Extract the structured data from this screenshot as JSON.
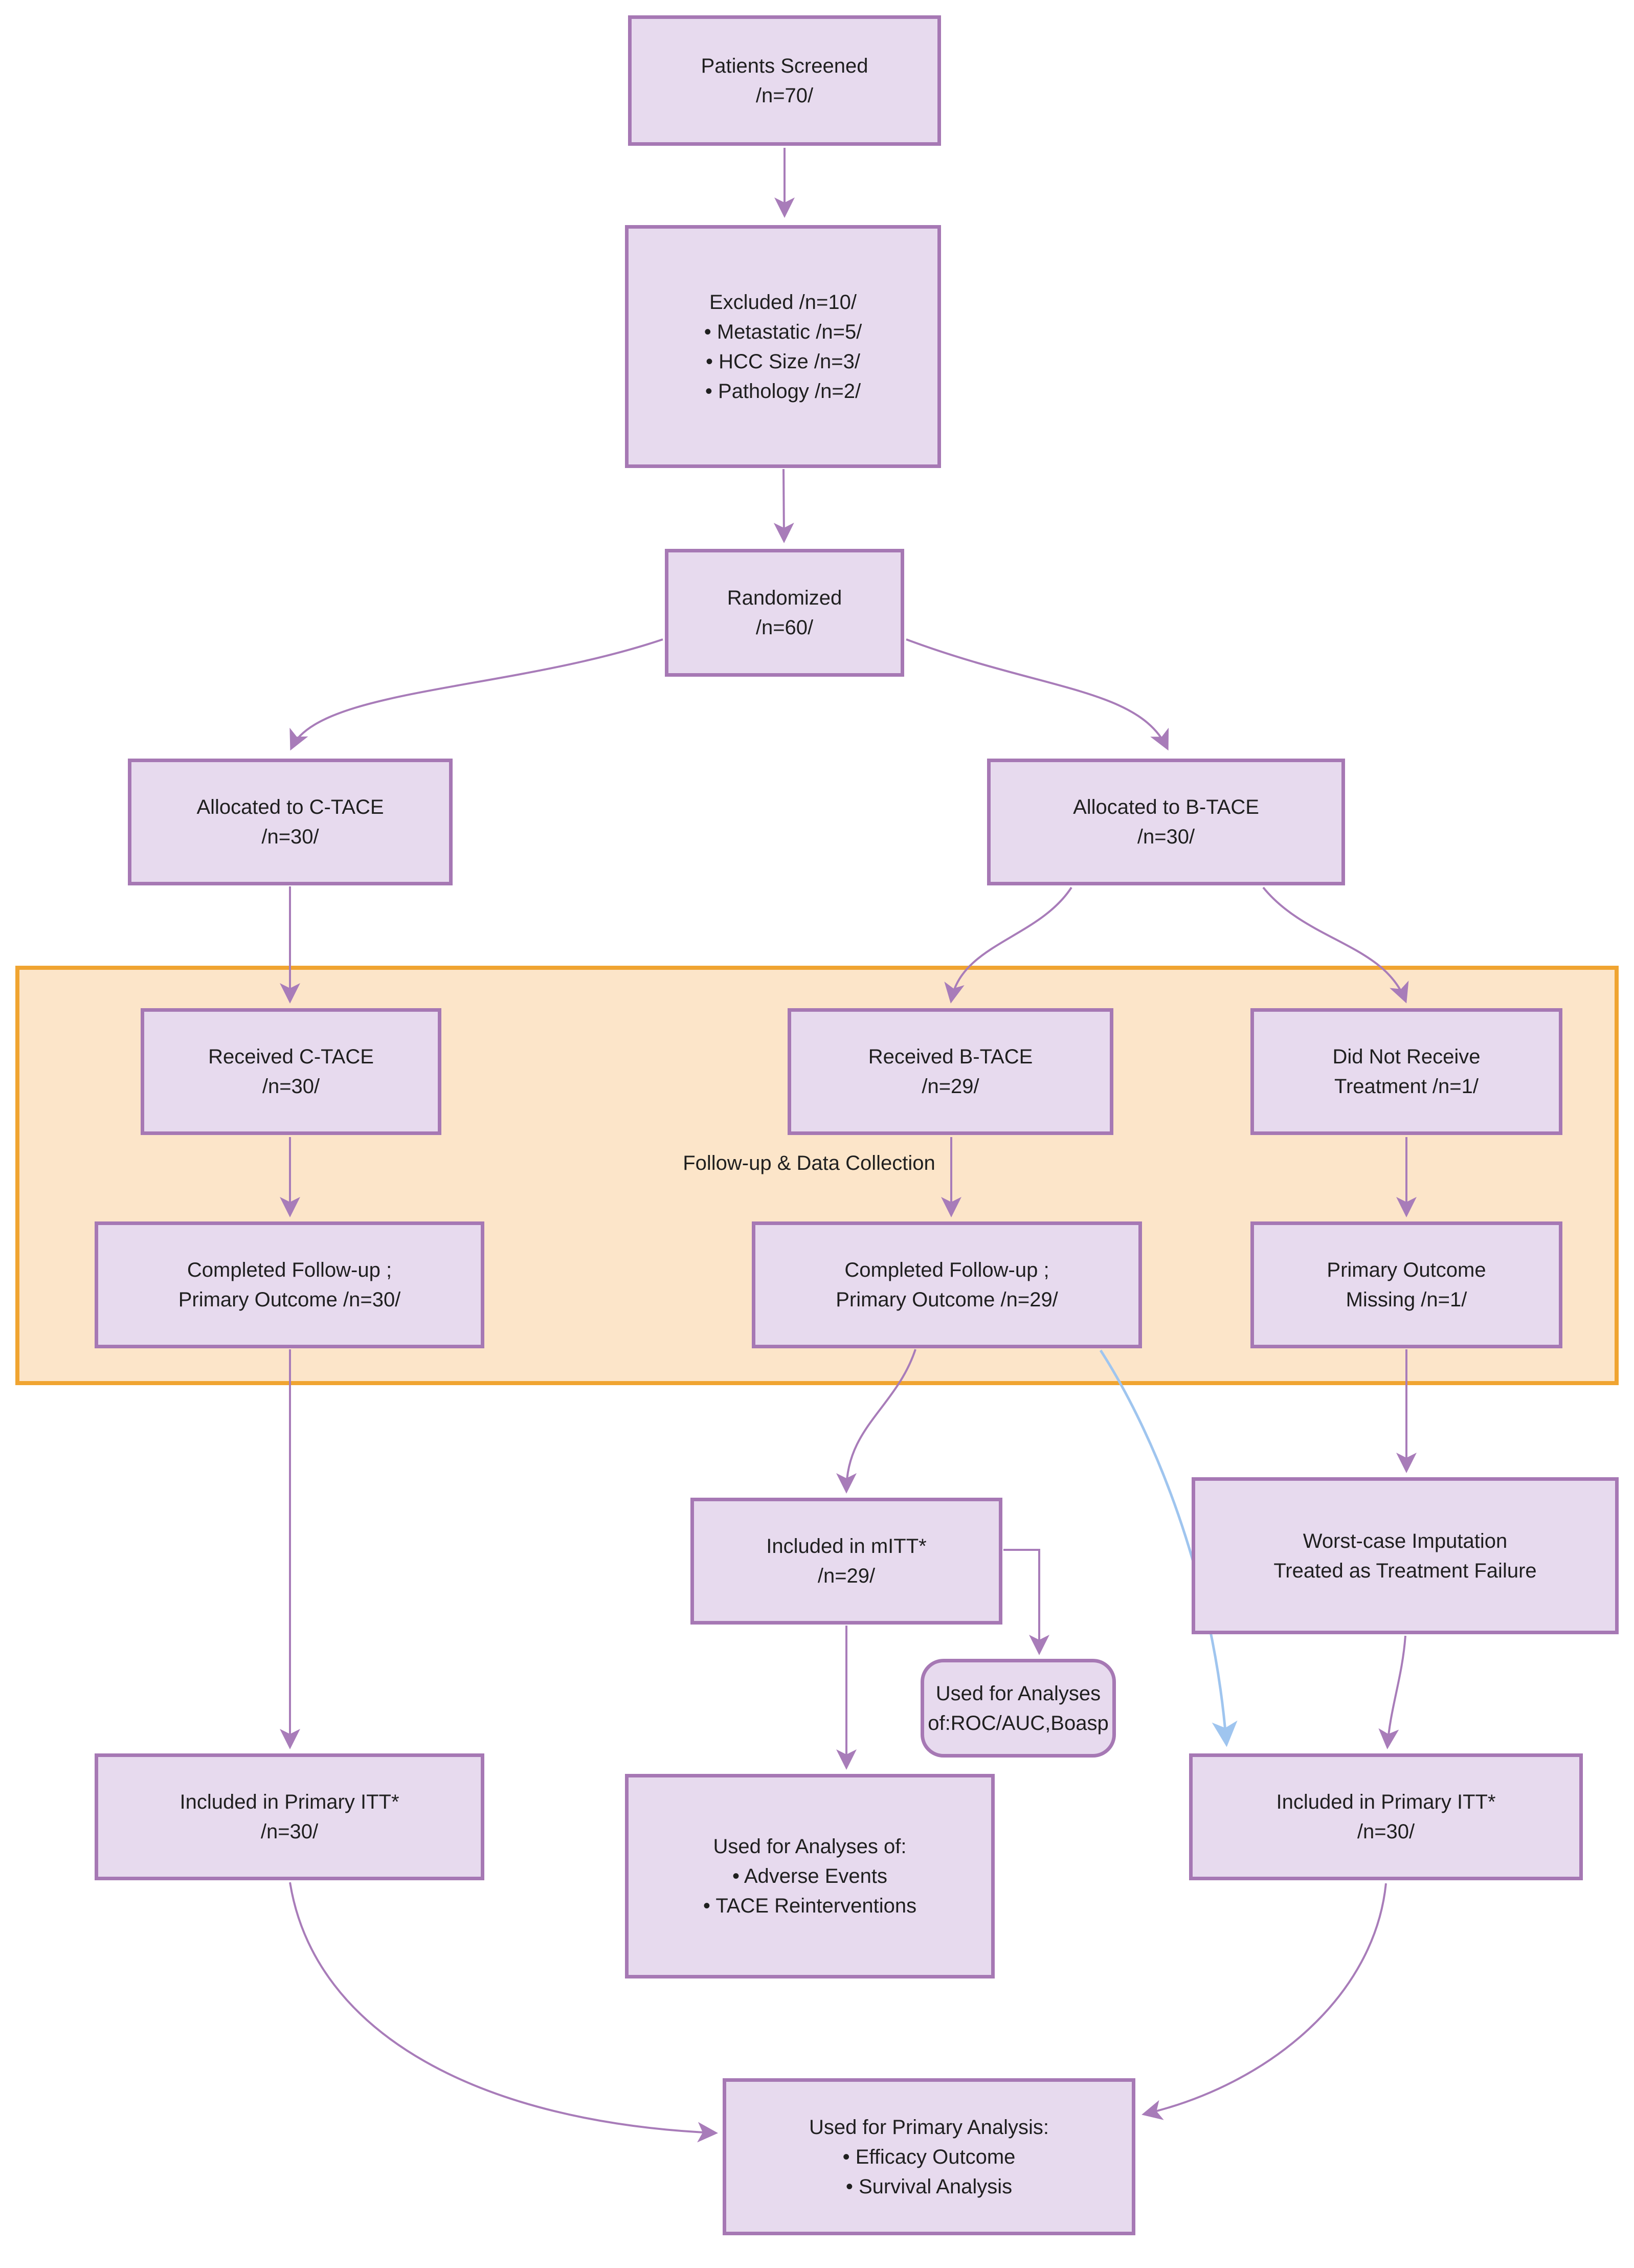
{
  "colors": {
    "box_fill": "#E7DAEE",
    "box_stroke": "#A678B4",
    "arrow": "#A87CB9",
    "highlight_fill": "#FCE5C9",
    "highlight_stroke": "#F0A431",
    "blue_arrow": "#9FC5EF",
    "text": "#1F1F1F"
  },
  "region_label": "Follow-up & Data Collection",
  "boxes": {
    "patients_screened": {
      "lines": [
        "Patients Screened",
        "/n=70/"
      ]
    },
    "excluded": {
      "lines": [
        "Excluded /n=10/",
        "• Metastatic /n=5/",
        "• HCC Size /n=3/",
        "• Pathology /n=2/"
      ]
    },
    "randomized": {
      "lines": [
        "Randomized",
        "/n=60/"
      ]
    },
    "alloc_ctace": {
      "lines": [
        "Allocated to C-TACE",
        "/n=30/"
      ]
    },
    "alloc_btace": {
      "lines": [
        "Allocated to B-TACE",
        "/n=30/"
      ]
    },
    "received_ctace": {
      "lines": [
        "Received C-TACE",
        "/n=30/"
      ]
    },
    "received_btace": {
      "lines": [
        "Received B-TACE",
        "/n=29/"
      ]
    },
    "did_not_receive": {
      "lines": [
        "Did Not Receive",
        "Treatment /n=1/"
      ]
    },
    "completed_fu_c": {
      "lines": [
        "Completed Follow-up ;",
        "Primary Outcome /n=30/"
      ]
    },
    "completed_fu_b": {
      "lines": [
        "Completed Follow-up ;",
        "Primary Outcome /n=29/"
      ]
    },
    "outcome_missing": {
      "lines": [
        "Primary Outcome",
        "Missing /n=1/"
      ]
    },
    "mitt": {
      "lines": [
        "Included in mITT*",
        "/n=29/"
      ]
    },
    "worst_case": {
      "lines": [
        "Worst-case Imputation",
        "Treated as Treatment Failure"
      ]
    },
    "roc_analyses": {
      "lines": [
        "Used for Analyses",
        "of:ROC/AUC,Boasp"
      ]
    },
    "itt_left": {
      "lines": [
        "Included in Primary ITT*",
        "/n=30/"
      ]
    },
    "ae_analyses": {
      "lines": [
        "Used for Analyses of:",
        "• Adverse Events",
        "• TACE Reinterventions"
      ]
    },
    "itt_right": {
      "lines": [
        "Included in Primary ITT*",
        "/n=30/"
      ]
    },
    "primary_analysis": {
      "lines": [
        "Used for Primary Analysis:",
        "• Efficacy Outcome",
        "• Survival Analysis"
      ]
    }
  }
}
